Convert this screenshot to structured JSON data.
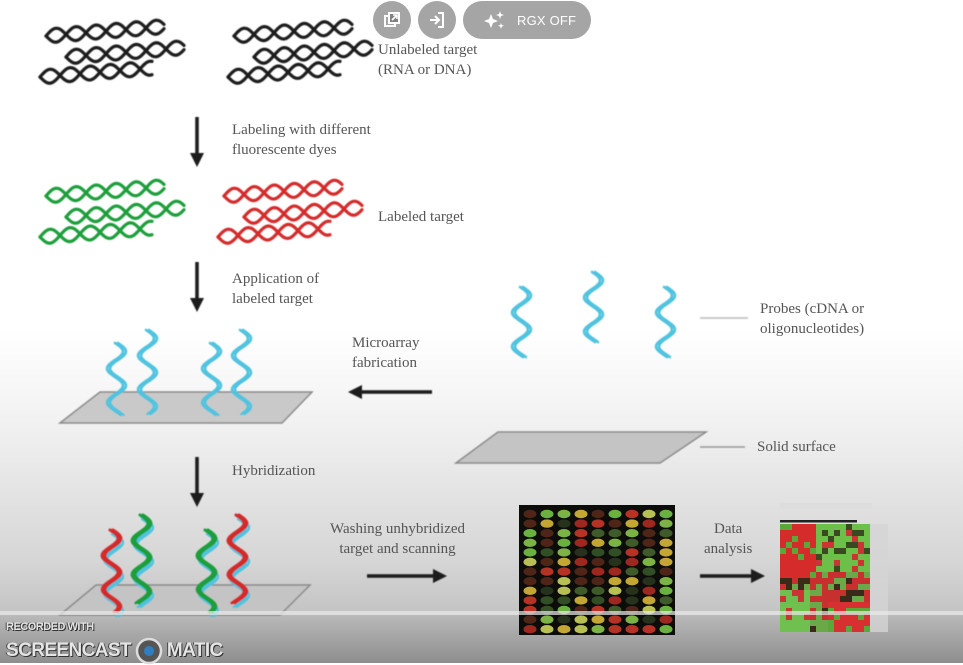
{
  "overlay_toolbar": {
    "buttons": [
      {
        "name": "popout-icon"
      },
      {
        "name": "enter-icon"
      }
    ],
    "rgx_toggle": {
      "icon": "sparkle-icon",
      "label": "RGX OFF"
    }
  },
  "diagram": {
    "labels": {
      "unlabeled_target_1": "Unlabeled target",
      "unlabeled_target_2": "(RNA or DNA)",
      "labeling_1": "Labeling with different",
      "labeling_2": "fluorescente dyes",
      "labeled_target": "Labeled target",
      "application_1": "Application of",
      "application_2": "labeled target",
      "probes_1": "Probes (cDNA or",
      "probes_2": "oligonucleotides)",
      "fabrication_1": "Microarray",
      "fabrication_2": "fabrication",
      "solid_surface": "Solid surface",
      "hybridization": "Hybridization",
      "washing_1": "Washing unhybridized",
      "washing_2": "target and scanning",
      "data_analysis_1": "Data",
      "data_analysis_2": "analysis"
    },
    "colors": {
      "unlabeled": "#1a1a1a",
      "green_dye": "#1f9e3a",
      "red_dye": "#d42a2a",
      "probe": "#4fc3df",
      "surface": "#c9c9c9",
      "arrow": "#1a1a1a"
    }
  },
  "watermark": {
    "line1": "RECORDED WITH",
    "line2_left": "SCREENCAST",
    "line2_right": "MATIC"
  }
}
